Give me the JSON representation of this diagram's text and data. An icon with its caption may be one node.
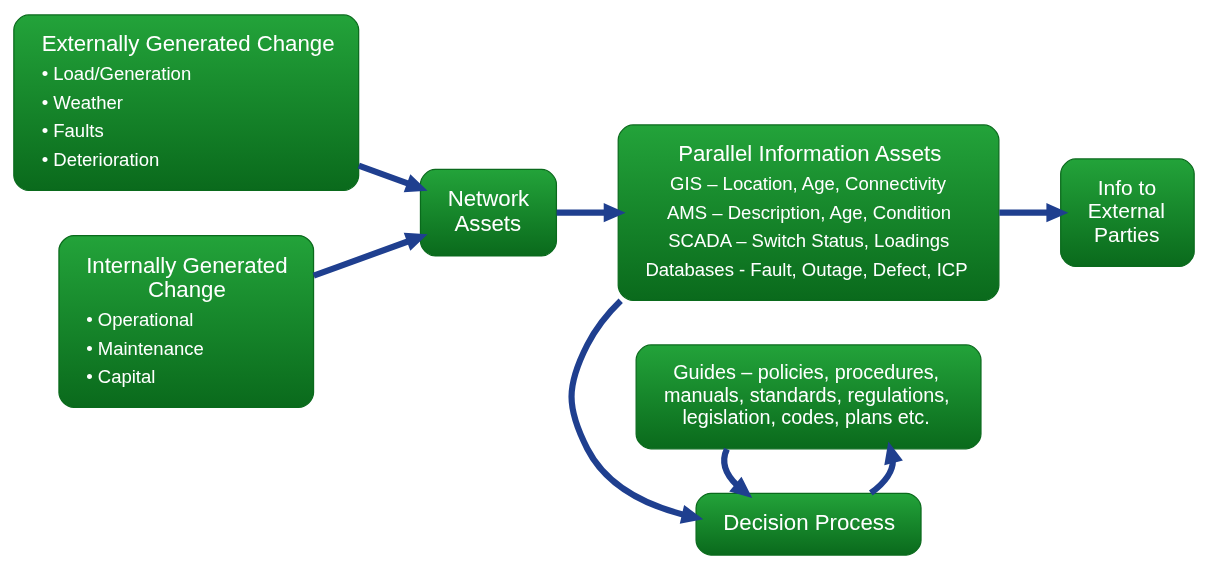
{
  "diagram": {
    "nodes": [
      {
        "text": [
          "Externally Generated Change",
          "• Load/Generation",
          "• Weather",
          "• Faults",
          "• Deterioration"
        ]
      },
      {
        "text": [
          "Network Assets"
        ]
      },
      {
        "text": [
          "Parallel Information Assets",
          "GIS – Location, Age, Connectivity",
          "AMS – Description, Age, Condition",
          "SCADA – Switch Status, Loadings",
          "Databases - Fault, Outage, Defect, ICP"
        ]
      },
      {
        "text": [
          "Info to External Parties"
        ]
      },
      {
        "text": [
          "Internally Generated Change",
          "• Operational",
          "• Maintenance",
          "• Capital"
        ]
      },
      {
        "text": [
          "Decision Process"
        ]
      },
      {
        "text": [
          "Guides – policies, procedures, manuals, standards, regulations, legislation, codes, plans etc."
        ]
      }
    ],
    "edges": [
      {
        "from": 0,
        "to": 1,
        "arrow": "to"
      },
      {
        "from": 4,
        "to": 1,
        "arrow": "to"
      },
      {
        "from": 1,
        "to": 2,
        "arrow": "to"
      },
      {
        "from": 2,
        "to": 3,
        "arrow": "to"
      },
      {
        "from": 2,
        "to": 5,
        "arrow": "to"
      },
      {
        "from": 5,
        "to": 6,
        "arrow": "to"
      },
      {
        "from": 6,
        "to": 5,
        "arrow": "to"
      }
    ]
  }
}
